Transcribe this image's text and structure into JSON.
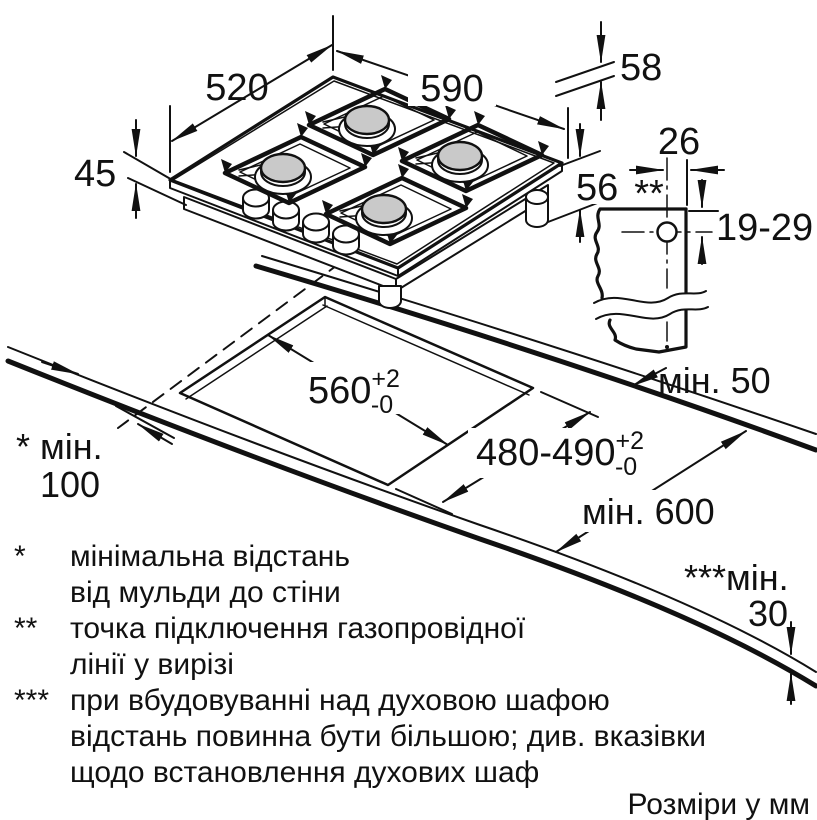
{
  "colors": {
    "line": "#111111",
    "burner_cap": "#c9c9c9",
    "background": "#ffffff"
  },
  "dimensions": {
    "hob_depth": "520",
    "hob_width": "590",
    "rear_strip": "58",
    "hob_height": "45",
    "install_height": "56",
    "gas_point_offset": "26",
    "gas_point_marker": "**",
    "gas_point_depth": "19-29",
    "cutout_width": "560",
    "cutout_width_tol_plus": "+2",
    "cutout_width_tol_minus": "-0",
    "cutout_depth": "480-490",
    "cutout_depth_tol_plus": "+2",
    "cutout_depth_tol_minus": "-0",
    "min_rear_edge": "мін. 50",
    "min_wall_line1": "* мін.",
    "min_wall_line2": "100",
    "min_worktop_depth": "мін. 600",
    "min_oven_line1": "***мін.",
    "min_oven_line2": "30"
  },
  "footnotes": {
    "f1_marker": "*",
    "f1_line1": "мінімальна відстань",
    "f1_line2": "від мульди до стіни",
    "f2_marker": "**",
    "f2_line1": "точка підключення газопровідної",
    "f2_line2": "лінії у вирізі",
    "f3_marker": "***",
    "f3_line1": "при вбудовуванні над духовою шафою",
    "f3_line2": "відстань повинна бути більшою; див. вказівки",
    "f3_line3": "щодо встановлення духових шаф"
  },
  "units_note": "Розміри у мм"
}
